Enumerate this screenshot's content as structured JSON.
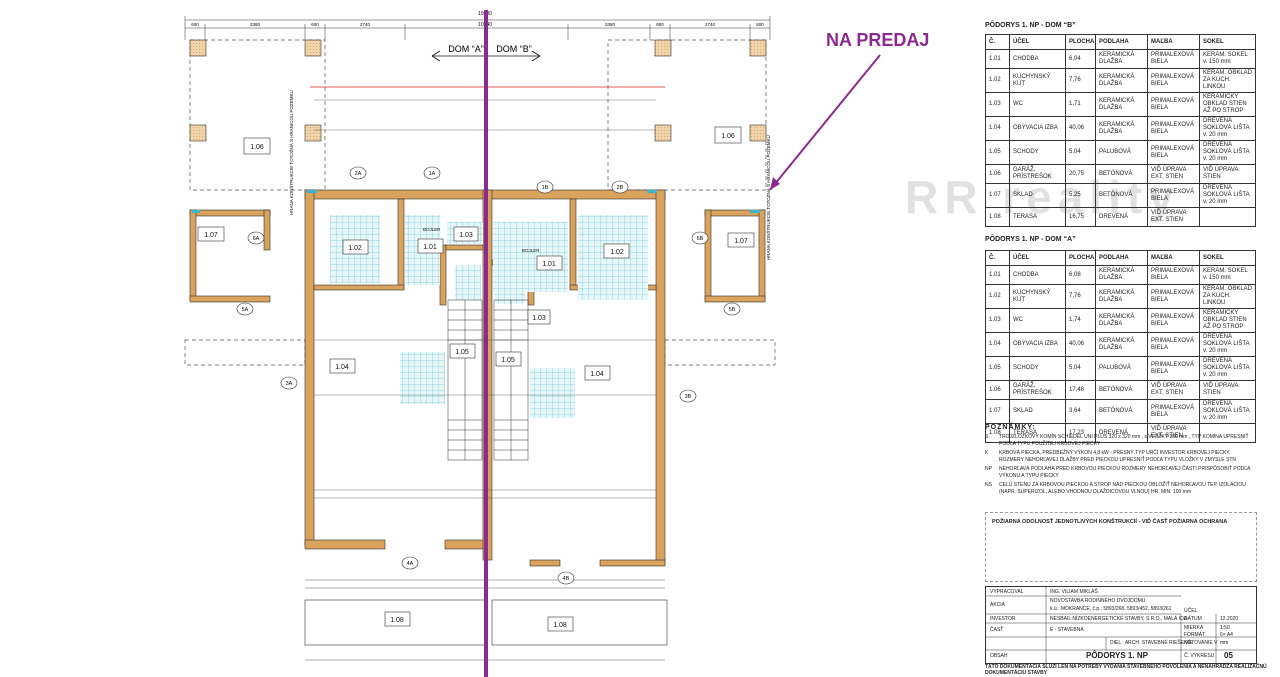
{
  "banner": {
    "sale": "NA PREDAJ",
    "watermark": "RR reality"
  },
  "plan": {
    "dom_a": "DOM “A”",
    "dom_b": "DOM “B”",
    "top_dims": [
      "600",
      "3380",
      "600",
      "2740",
      "600",
      "3380",
      "600",
      "2740",
      "600"
    ],
    "overall": "19900",
    "mid_dim": "10940",
    "rooms": [
      {
        "id": "1.06",
        "label": "1.06"
      },
      {
        "id": "1.06b",
        "label": "1.06"
      },
      {
        "id": "1.07a",
        "label": "1.07"
      },
      {
        "id": "1.07b",
        "label": "1.07"
      },
      {
        "id": "1.02a",
        "label": "1.02"
      },
      {
        "id": "1.02b",
        "label": "1.02"
      },
      {
        "id": "1.01a",
        "label": "1.01"
      },
      {
        "id": "1.01b",
        "label": "1.01"
      },
      {
        "id": "1.03a",
        "label": "1.03"
      },
      {
        "id": "1.03b",
        "label": "1.03"
      },
      {
        "id": "1.04a",
        "label": "1.04"
      },
      {
        "id": "1.04b",
        "label": "1.04"
      },
      {
        "id": "1.05a",
        "label": "1.05"
      },
      {
        "id": "1.05b",
        "label": "1.05"
      },
      {
        "id": "1.08a",
        "label": "1.08"
      },
      {
        "id": "1.08b",
        "label": "1.08"
      }
    ],
    "axes": [
      "2A",
      "1A",
      "1B",
      "2B",
      "3A",
      "3B",
      "4A",
      "4B",
      "5A",
      "5B",
      "6A",
      "6B"
    ],
    "boiler": "BOJLER",
    "side_note_left": "HRANA KONŠTRUKCIE TOTOŽNÁ S HRANICOU POZEMKU",
    "side_note_right": "HRANA KONŠTRUKCIE TOTOŽNÁ S HRANICOU POZEMKU"
  },
  "table_b": {
    "title": "PÔDORYS 1. NP - DOM “B”",
    "headers": [
      "Č.",
      "ÚČEL",
      "PLOCHA",
      "PODLAHA",
      "MAĽBA",
      "SOKEL"
    ],
    "rows": [
      [
        "1.01",
        "CHODBA",
        "6,04",
        "KERAMICKÁ DLAŽBA",
        "PRIMALEXOVÁ BIELA",
        "KERAM. SOKEL v. 150 mm"
      ],
      [
        "1.02",
        "KUCHYNSKÝ KÚT",
        "7,76",
        "KERAMICKÁ DLAŽBA",
        "PRIMALEXOVÁ BIELA",
        "KERAM. OBKLAD ZA KUCH. LINKOU"
      ],
      [
        "1.03",
        "WC",
        "1,71",
        "KERAMICKÁ DLAŽBA",
        "PRIMALEXOVÁ BIELA",
        "KERAMICKÝ OBKLAD STIEN AŽ PO STROP"
      ],
      [
        "1.04",
        "OBÝVACIA IZBA",
        "40,06",
        "KERAMICKÁ DLAŽBA",
        "PRIMALEXOVÁ BIELA",
        "DREVENÁ SOKLOVÁ LIŠTA v. 20 mm"
      ],
      [
        "1.05",
        "SCHODY",
        "5,04",
        "PALUBOVÁ",
        "PRIMALEXOVÁ BIELA",
        "DREVENÁ SOKLOVÁ LIŠTA v. 20 mm"
      ],
      [
        "1.06",
        "GARÁŽ, PRÍSTREŠOK",
        "20,75",
        "BETÓNOVÁ",
        "VIĎ ÚPRAVA EXT. STIEN",
        "VIĎ ÚPRAVA STIEN"
      ],
      [
        "1.07",
        "SKLAD",
        "5,25",
        "BETÓNOVÁ",
        "PRIMALEXOVÁ BIELA",
        "DREVENÁ SOKLOVÁ LIŠTA v. 20 mm"
      ],
      [
        "1.08",
        "TERASA",
        "16,75",
        "DREVENÁ",
        "VIĎ ÚPRAVA EXT. STIEN",
        ""
      ]
    ]
  },
  "table_a": {
    "title": "PÔDORYS 1. NP - DOM “A”",
    "headers": [
      "Č.",
      "ÚČEL",
      "PLOCHA",
      "PODLAHA",
      "MAĽBA",
      "SOKEL"
    ],
    "rows": [
      [
        "1.01",
        "CHODBA",
        "6,08",
        "KERAMICKÁ DLAŽBA",
        "PRIMALEXOVÁ BIELA",
        "KERAM. SOKEL v. 150 mm"
      ],
      [
        "1.02",
        "KUCHYNSKÝ KÚT",
        "7,76",
        "KERAMICKÁ DLAŽBA",
        "PRIMALEXOVÁ BIELA",
        "KERAM. OBKLAD ZA KUCH. LINKOU"
      ],
      [
        "1.03",
        "WC",
        "1,74",
        "KERAMICKÁ DLAŽBA",
        "PRIMALEXOVÁ BIELA",
        "KERAMICKÝ OBKLAD STIEN AŽ PO STROP"
      ],
      [
        "1.04",
        "OBÝVACIA IZBA",
        "40,06",
        "KERAMICKÁ DLAŽBA",
        "PRIMALEXOVÁ BIELA",
        "DREVENÁ SOKLOVÁ LIŠTA v. 20 mm"
      ],
      [
        "1.05",
        "SCHODY",
        "5,04",
        "PALUBOVÁ",
        "PRIMALEXOVÁ BIELA",
        "DREVENÁ SOKLOVÁ LIŠTA v. 20 mm"
      ],
      [
        "1.06",
        "GARÁŽ, PRÍSTREŠOK",
        "17,48",
        "BETÓNOVÁ",
        "VIĎ ÚPRAVA EXT. STIEN",
        "VIĎ ÚPRAVA STIEN"
      ],
      [
        "1.07",
        "SKLAD",
        "3,64",
        "BETÓNOVÁ",
        "PRIMALEXOVÁ BIELA",
        "DREVENÁ SOKLOVÁ LIŠTA v. 20 mm"
      ],
      [
        "1.08",
        "TERASA",
        "17,23",
        "DREVENÁ",
        "VIĎ ÚPRAVA EXT. STIEN",
        ""
      ]
    ]
  },
  "notes": {
    "title": "POZNÁMKY:",
    "items": [
      {
        "k": "S",
        "t": "TROJZLOŽKOVÝ KOMÍN SCHIEDEL UNI PLUS 320 x 320 mm , s VLOŽKY 180 mm , TYP KOMÍNA UPRESNIŤ PODĽA TYPU POUŽITEJ KRBOVEJ PIECKY"
      },
      {
        "k": "K",
        "t": "KRBOVÁ PIECKA, PREDBEŽNÝ VÝKON 4,8 kW - PRESNÝ TYP URČÍ INVESTOR KRBOVEJ PIECKY. ROZMERY NEHORĽAVEJ DLAŽBY PRED PIECKOU UPRESNIŤ PODĽA TYPU VLOŽKY V ZMYSLE STN"
      },
      {
        "k": "NP",
        "t": "NEHORĽAVÁ PODLAHA PRED KRBOVOU PIECKOU ROZMERY NEHORĽAVEJ ČASTI PRISPÔSOBIŤ PODĽA VÝKONU A TYPU PIECKY"
      },
      {
        "k": "NS",
        "t": "CELÚ STENU ZA KRBOVOU PIECKOU A STROP NAD PIECKOU OBLOŽIŤ NEHORĽAVOU TEP. IZOLÁCIOU (NAPR. SUPERIZOL, ALEBO VHODNOU DLAŽDICOVOU VLNOU) HR. MIN. 100 mm"
      }
    ]
  },
  "fire": {
    "text": "POŽIARNA ODOLNOSŤ JEDNOTLIVÝCH KONŠTRUKCIÍ - VIĎ ČASŤ POŽIARNA OCHRANA"
  },
  "titleblock": {
    "vypracoval_k": "VYPRACOVAL",
    "vypracoval_v": "ING. VILIAM MIKLÁŠ",
    "akcia_k": "AKCIA",
    "akcia_v1": "NOVOSTAVBA RODINNÉHO DVOJDOMU",
    "akcia_v2": "k.ú.: MOKRANCE, č.p.: 5893/268, 5893/452, 5893/261",
    "investor_k": "INVESTOR",
    "investor_v": "NESBAIL NÍZKOENERGETICKÉ STAVBY, S.R.O., MALÁ IDA",
    "cast_k": "ČASŤ",
    "cast_v": "E - STAVEBNÁ",
    "diel": "DIEL : ARCH. STAVEBNÉ RIEŠENIE",
    "obsah_k": "OBSAH",
    "obsah_v": "PÔDORYS 1. NP",
    "uc": "ÚČEL",
    "datum_k": "DÁTUM",
    "datum_v": "12.2020",
    "mierka_k": "MIERKA",
    "mierka_v": "1:50",
    "format_k": "FORMÁT",
    "format_v": "6× A4",
    "kotovanie_k": "KÓTOVANIE V",
    "kotovanie_v": "mm",
    "cislo_k": "Č. VÝKRESU",
    "cislo_v": "05"
  },
  "footer": "TÁTO DOKUMENTÁCIA SLÚŽI LEN NA POTREBY VYDANIA STAVEBNÉHO POVOLENIA A NENAHRÁDZA REALIZAČNÚ DOKUMENTÁCIU STAVBY",
  "colors": {
    "wall": "#d9a25d",
    "purple": "#8b2a8f",
    "tile": "#3bb7c9",
    "dim": "#333333",
    "red": "#e2231a"
  }
}
